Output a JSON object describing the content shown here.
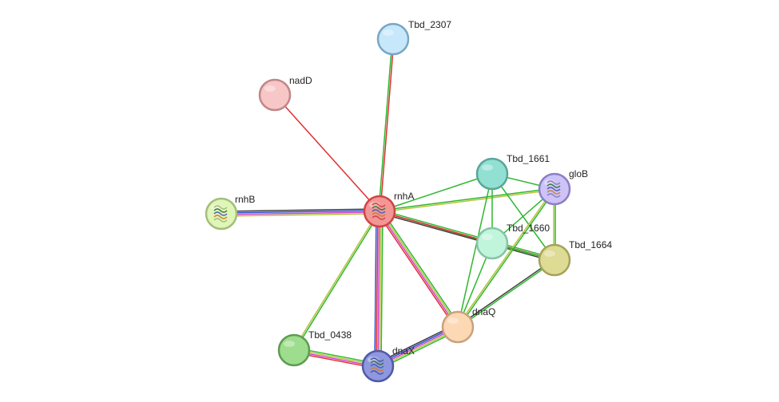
{
  "nodes": [
    {
      "id": "Tbd_2307",
      "label": "Tbd_2307",
      "fill": "#c7e8fb",
      "stroke": "#7aa6c4",
      "icon": "none"
    },
    {
      "id": "nadD",
      "label": "nadD",
      "fill": "#f7c6c6",
      "stroke": "#c08787",
      "icon": "none"
    },
    {
      "id": "rnhB",
      "label": "rnhB",
      "fill": "#e0f5b8",
      "stroke": "#a3be7c",
      "icon": "protein-structure-icon"
    },
    {
      "id": "rnhA",
      "label": "rnhA",
      "fill": "#f29696",
      "stroke": "#d04444",
      "icon": "protein-structure-icon"
    },
    {
      "id": "Tbd_1661",
      "label": "Tbd_1661",
      "fill": "#92e0d2",
      "stroke": "#5aa69a",
      "icon": "none"
    },
    {
      "id": "gloB",
      "label": "gloB",
      "fill": "#cdc3f7",
      "stroke": "#8a7fc4",
      "icon": "protein-structure-icon"
    },
    {
      "id": "Tbd_1660",
      "label": "Tbd_1660",
      "fill": "#c0f5dc",
      "stroke": "#86c4a6",
      "icon": "none"
    },
    {
      "id": "Tbd_1664",
      "label": "Tbd_1664",
      "fill": "#dddb94",
      "stroke": "#a6a35a",
      "icon": "none"
    },
    {
      "id": "dnaQ",
      "label": "dnaQ",
      "fill": "#fdd8b4",
      "stroke": "#c9a27e",
      "icon": "none"
    },
    {
      "id": "Tbd_0438",
      "label": "Tbd_0438",
      "fill": "#9edd8e",
      "stroke": "#5e9c50",
      "icon": "none"
    },
    {
      "id": "dnaX",
      "label": "dnaX",
      "fill": "#8f98df",
      "stroke": "#4f5aa6",
      "icon": "protein-structure-icon"
    }
  ],
  "edges": [
    {
      "source": "rnhA",
      "target": "Tbd_2307",
      "colors": [
        "#2db82d",
        "#e03030"
      ]
    },
    {
      "source": "rnhA",
      "target": "nadD",
      "colors": [
        "#e03030"
      ]
    },
    {
      "source": "rnhA",
      "target": "rnhB",
      "colors": [
        "#b6c23c",
        "#d040d0",
        "#3050d0",
        "#404040"
      ]
    },
    {
      "source": "rnhA",
      "target": "Tbd_1661",
      "colors": [
        "#2db82d"
      ]
    },
    {
      "source": "rnhA",
      "target": "gloB",
      "colors": [
        "#2db82d",
        "#b6c23c"
      ]
    },
    {
      "source": "rnhA",
      "target": "Tbd_1660",
      "colors": [
        "#2db82d"
      ]
    },
    {
      "source": "rnhA",
      "target": "Tbd_1664",
      "colors": [
        "#2db82d",
        "#e03030",
        "#404040"
      ]
    },
    {
      "source": "rnhA",
      "target": "dnaQ",
      "colors": [
        "#2db82d",
        "#b6c23c",
        "#d040d0",
        "#e03030"
      ]
    },
    {
      "source": "rnhA",
      "target": "Tbd_0438",
      "colors": [
        "#2db82d",
        "#b6c23c"
      ]
    },
    {
      "source": "rnhA",
      "target": "dnaX",
      "colors": [
        "#2db82d",
        "#b6c23c",
        "#d040d0",
        "#e03030",
        "#3050d0"
      ]
    },
    {
      "source": "Tbd_1661",
      "target": "gloB",
      "colors": [
        "#2db82d"
      ]
    },
    {
      "source": "Tbd_1661",
      "target": "Tbd_1660",
      "colors": [
        "#2db82d"
      ]
    },
    {
      "source": "Tbd_1661",
      "target": "Tbd_1664",
      "colors": [
        "#2db82d"
      ]
    },
    {
      "source": "Tbd_1661",
      "target": "dnaQ",
      "colors": [
        "#2db82d"
      ]
    },
    {
      "source": "gloB",
      "target": "Tbd_1660",
      "colors": [
        "#2db82d"
      ]
    },
    {
      "source": "gloB",
      "target": "Tbd_1664",
      "colors": [
        "#2db82d",
        "#b6c23c"
      ]
    },
    {
      "source": "gloB",
      "target": "dnaQ",
      "colors": [
        "#2db82d",
        "#b6c23c"
      ]
    },
    {
      "source": "Tbd_1660",
      "target": "Tbd_1664",
      "colors": [
        "#2db82d"
      ]
    },
    {
      "source": "Tbd_1660",
      "target": "dnaQ",
      "colors": [
        "#2db82d"
      ]
    },
    {
      "source": "Tbd_1664",
      "target": "dnaQ",
      "colors": [
        "#2db82d",
        "#404040"
      ]
    },
    {
      "source": "dnaQ",
      "target": "dnaX",
      "colors": [
        "#2db82d",
        "#b6c23c",
        "#d040d0",
        "#3050d0",
        "#404040"
      ]
    },
    {
      "source": "Tbd_0438",
      "target": "dnaX",
      "colors": [
        "#2db82d",
        "#b6c23c",
        "#d040d0",
        "#e03030"
      ]
    }
  ]
}
